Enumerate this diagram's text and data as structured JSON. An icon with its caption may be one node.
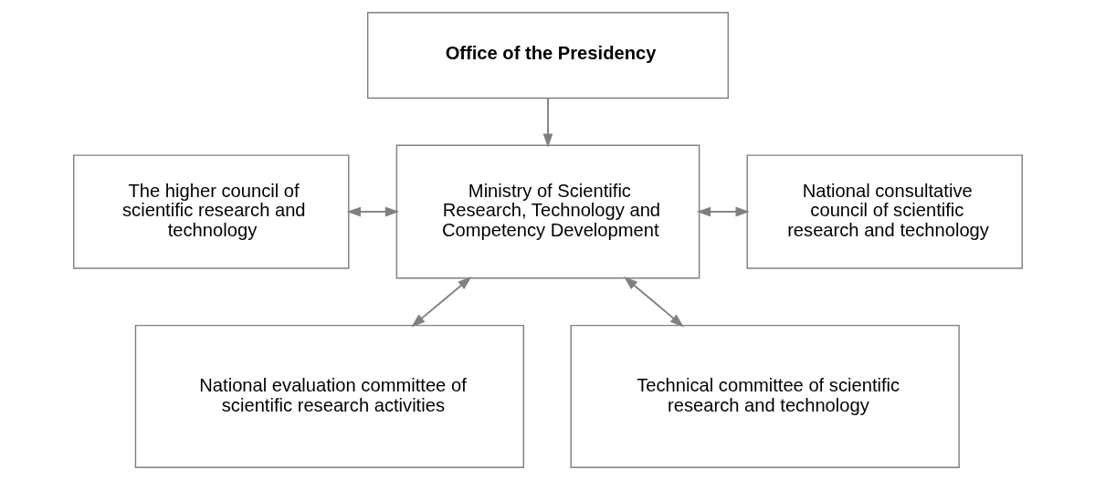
{
  "diagram": {
    "nodes": [
      {
        "text": [
          "Office of the Presidency"
        ]
      },
      {
        "text": [
          "The higher council of scientific research and technology"
        ]
      },
      {
        "text": [
          "Ministry of Scientific Research, Technology and Competency Development"
        ]
      },
      {
        "text": [
          "National consultative council of scientific research and technology"
        ]
      },
      {
        "text": [
          "National evaluation committee of scientific research activities"
        ]
      },
      {
        "text": [
          "Technical committee of scientific research and technology"
        ]
      }
    ],
    "edges": [
      {
        "from": 0,
        "to": 2,
        "arrow": "to"
      },
      {
        "from": 1,
        "to": 2,
        "arrow": "both"
      },
      {
        "from": 2,
        "to": 3,
        "arrow": "both"
      },
      {
        "from": 2,
        "to": 4,
        "arrow": "both"
      },
      {
        "from": 2,
        "to": 5,
        "arrow": "both"
      }
    ]
  }
}
